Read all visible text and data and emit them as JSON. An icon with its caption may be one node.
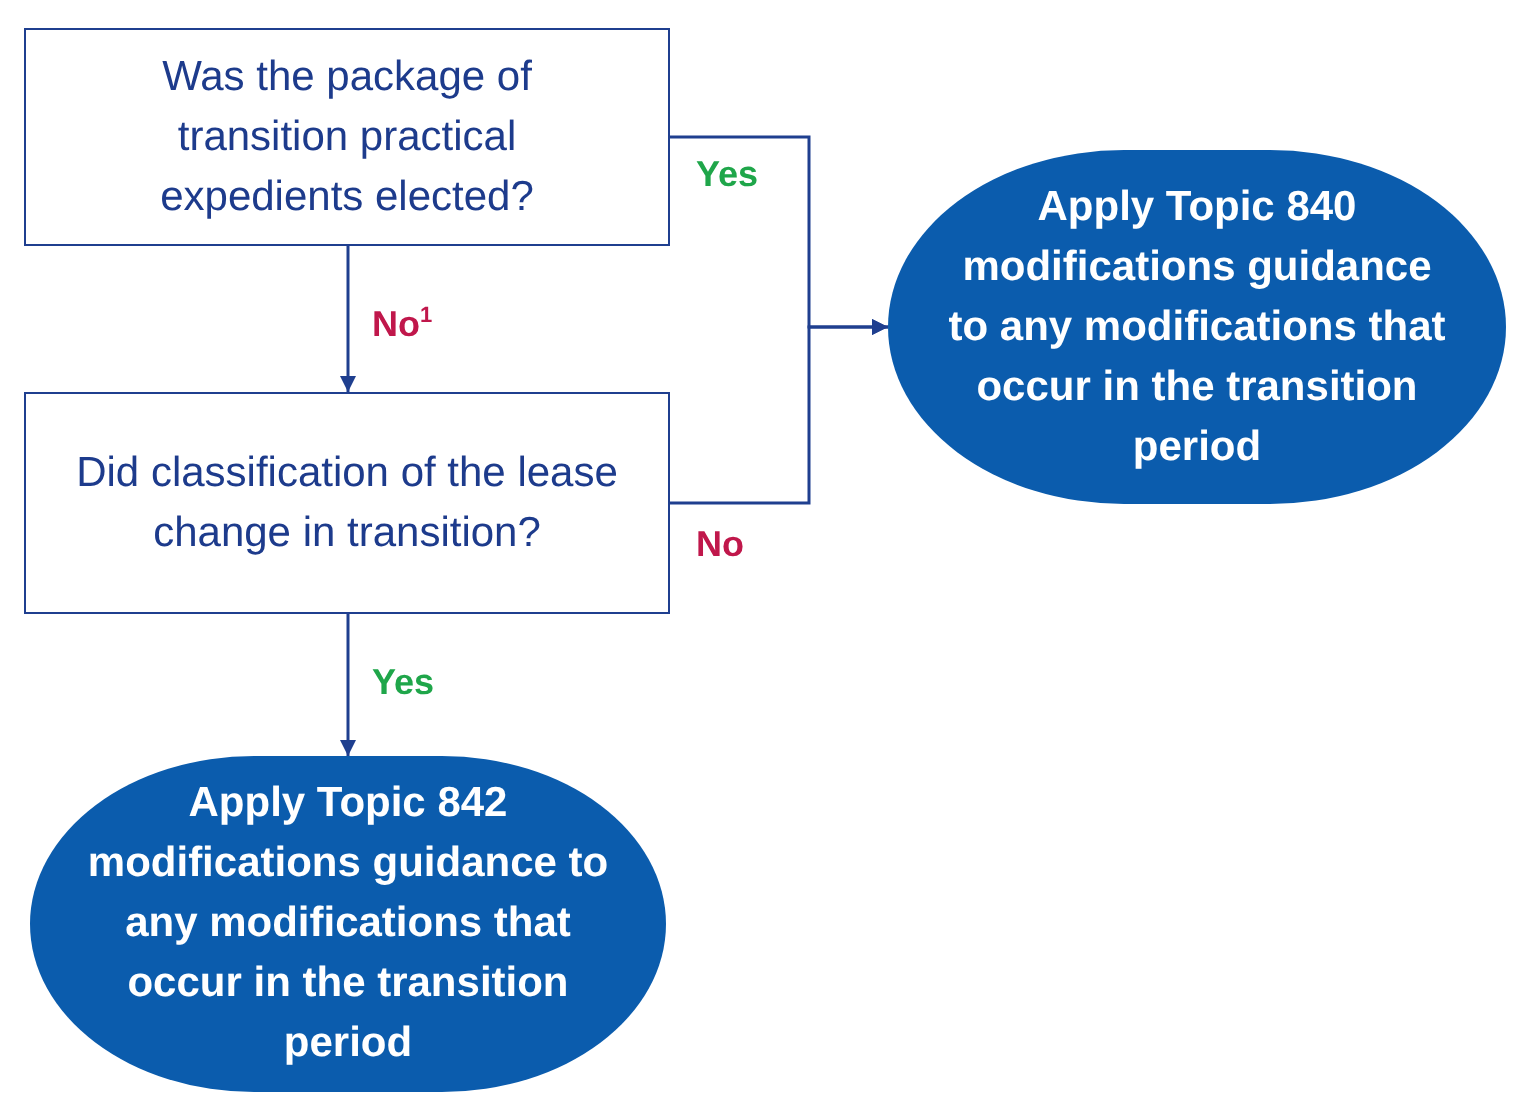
{
  "diagram": {
    "nodes": [
      {
        "text": [
          "Was the package of transition practical expedients elected?"
        ]
      },
      {
        "text": [
          "Did classification of the lease change in transition?"
        ]
      },
      {
        "text": [
          "Apply Topic 840 modifications guidance to any modifications that occur in the transition period"
        ]
      },
      {
        "text": [
          "Apply Topic 842 modifications guidance to any modifications that occur in the transition period"
        ]
      }
    ],
    "edges": [
      {
        "from": 0,
        "to": 1,
        "arrow": "to",
        "label": "No$^{1}$"
      },
      {
        "from": 0,
        "to": 2,
        "arrow": "to",
        "label": "Yes"
      },
      {
        "from": 1,
        "to": 2,
        "arrow": "to",
        "label": "No"
      },
      {
        "from": 1,
        "to": 3,
        "arrow": "to",
        "label": "Yes"
      }
    ]
  }
}
